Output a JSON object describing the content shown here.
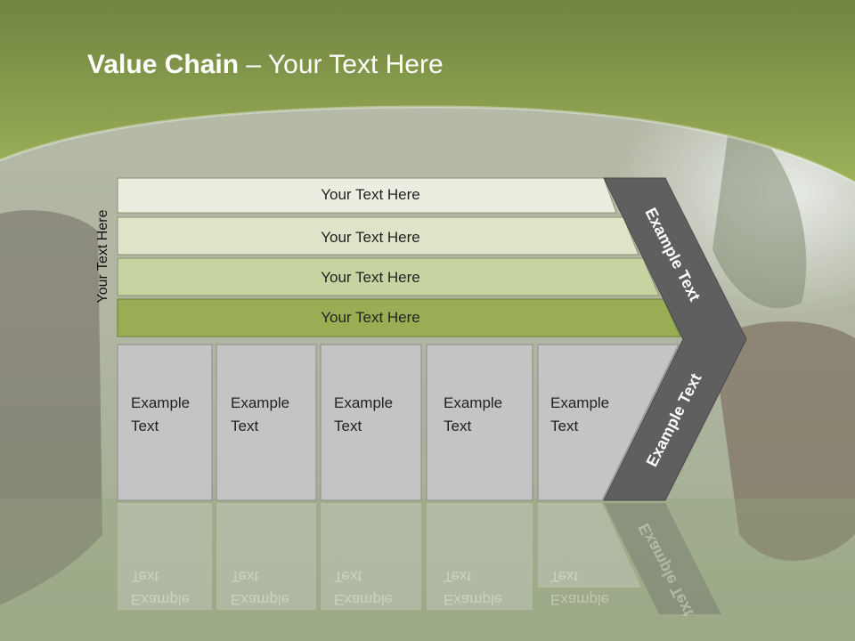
{
  "title": {
    "bold": "Value Chain",
    "rest": " – Your Text Here"
  },
  "side_label": "Your Text Here",
  "bars": [
    {
      "label": "Your Text Here",
      "color": "#eaeee0"
    },
    {
      "label": "Your Text Here",
      "color": "#dde4c8"
    },
    {
      "label": "Your Text Here",
      "color": "#c8d3a2"
    },
    {
      "label": "Your Text Here",
      "color": "#99ad55"
    }
  ],
  "boxes": [
    {
      "line1": "Example",
      "line2": "Text"
    },
    {
      "line1": "Example",
      "line2": "Text"
    },
    {
      "line1": "Example",
      "line2": "Text"
    },
    {
      "line1": "Example",
      "line2": "Text"
    },
    {
      "line1": "Example",
      "line2": "Text"
    }
  ],
  "chevron": {
    "top_text": "Example Text",
    "bottom_text": "Example Text",
    "color": "#5f5f5f"
  },
  "colors": {
    "header_green": "#8aa04a",
    "box_gray": "#c4c4c4"
  }
}
